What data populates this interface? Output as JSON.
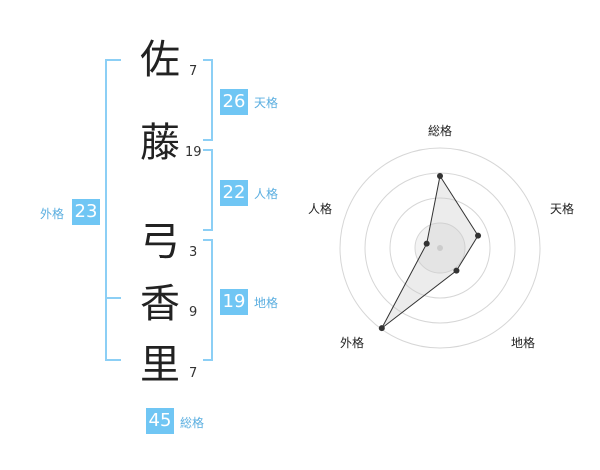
{
  "characters": [
    {
      "char": "佐",
      "strokes": "7"
    },
    {
      "char": "藤",
      "strokes": "19"
    },
    {
      "char": "弓",
      "strokes": "3"
    },
    {
      "char": "香",
      "strokes": "9"
    },
    {
      "char": "里",
      "strokes": "7"
    }
  ],
  "groups": {
    "tenkaku": {
      "value": "26",
      "label": "天格"
    },
    "jinkaku": {
      "value": "22",
      "label": "人格"
    },
    "chikaku": {
      "value": "19",
      "label": "地格"
    },
    "gaikaku": {
      "value": "23",
      "label": "外格"
    },
    "soukaku": {
      "value": "45",
      "label": "総格"
    }
  },
  "radar": {
    "axes": [
      "総格",
      "天格",
      "地格",
      "外格",
      "人格"
    ],
    "values": [
      0.72,
      0.4,
      0.28,
      0.99,
      0.14
    ]
  },
  "colors": {
    "accent": "#70c6f4",
    "bracket": "#8ccff5"
  }
}
